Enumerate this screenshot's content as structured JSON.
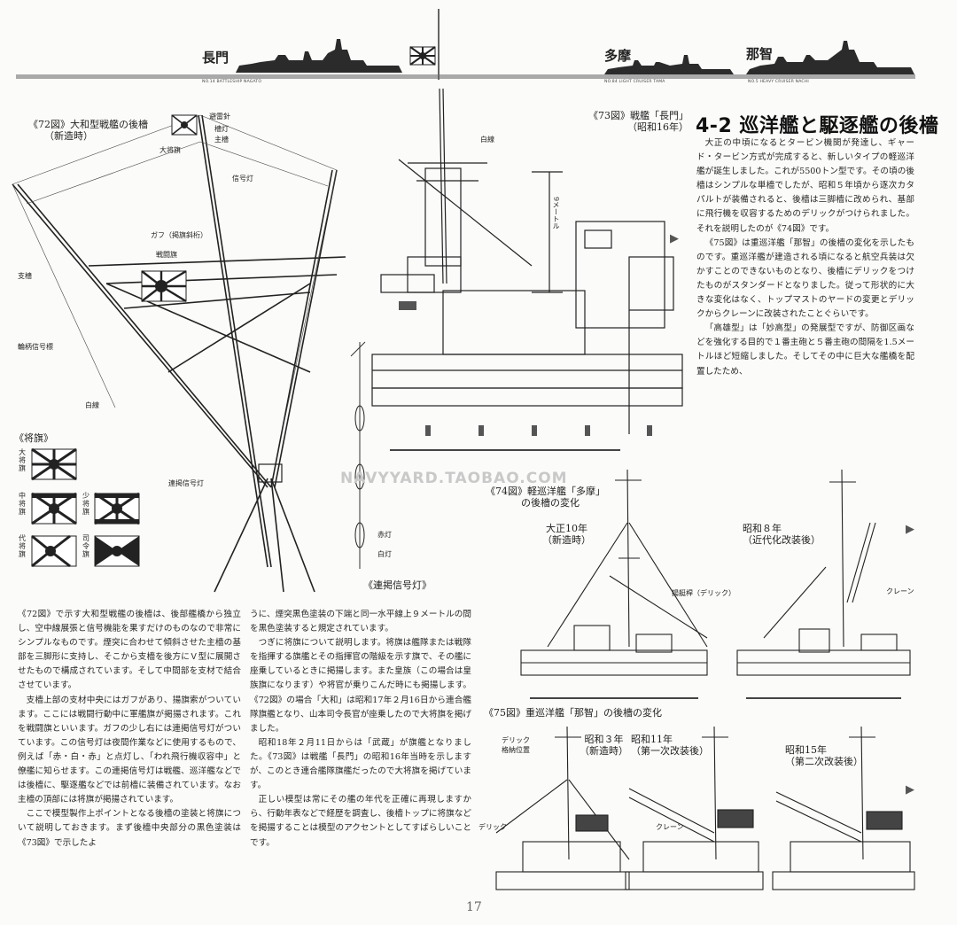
{
  "banner": {
    "left_name": "長門",
    "left_caption": "NO.14 BATTLESHIP NAGATO",
    "mid_name": "多摩",
    "mid_caption": "NO.84 LIGHT CRUISER TAMA",
    "right_name": "那智",
    "right_caption": "NO.5 HEAVY CRUISER NACHI"
  },
  "fig72": {
    "caption_line1": "《72図》大和型戦艦の後檣",
    "caption_line2": "（新造時）",
    "labels": {
      "hiraishin": "避雷針",
      "toutou": "檣灯",
      "shushou": "主檣",
      "taishouki": "大将旗",
      "shingoutou": "信号灯",
      "gaff": "ガフ（掲旗斜桁）",
      "sentouki": "戦闘旗",
      "shichuu": "支檣",
      "rinpei": "輪柄信号標",
      "hakusen": "白線",
      "renkei": "連掲信号灯"
    }
  },
  "flags": {
    "title": "《将旗》",
    "taishou": "大将旗",
    "chujou": "中将旗",
    "shoushou": "少将旗",
    "dai": "代将旗",
    "shirei": "司令旗"
  },
  "renkei_fig": {
    "red": "赤灯",
    "white": "白灯",
    "caption": "《連掲信号灯》"
  },
  "fig73": {
    "caption_line1": "《73図》戦艦「長門」",
    "caption_line2": "（昭和16年）",
    "hakusen": "白線",
    "meter": "9メートル"
  },
  "section": {
    "title": "4-2 巡洋艦と駆逐艦の後檣",
    "paragraphs": [
      "大正の中頃になるとタービン機関が発達し、ギャード・タービン方式が完成すると、新しいタイプの軽巡洋艦が誕生しました。これが5500トン型です。その頃の後檣はシンプルな単檣でしたが、昭和５年頃から逐次カタパルトが装備されると、後檣は三脚檣に改められ、基部に飛行機を収容するためのデリックがつけられました。それを説明したのが《74図》です。",
      "《75図》は重巡洋艦「那智」の後檣の変化を示したものです。重巡洋艦が建造される頃になると航空兵装は欠かすことのできないものとなり、後檣にデリックをつけたものがスタンダードとなりました。従って形状的に大きな変化はなく、トップマストのヤードの変更とデリックからクレーンに改装されたことぐらいです。",
      "「高雄型」は「妙高型」の発展型ですが、防御区画などを強化する目的で１番主砲と５番主砲の間隔を1.5メートルほど短縮しました。そしてその中に巨大な艦橋を配置したため、"
    ]
  },
  "fig74": {
    "caption_line1": "《74図》軽巡洋艦「多摩」",
    "caption_line2": "の後檣の変化",
    "era1_line1": "大正10年",
    "era1_line2": "（新造時）",
    "era2_line1": "昭和８年",
    "era2_line2": "（近代化改装後）",
    "derrick": "揚艇桿（デリック）",
    "crane": "クレーン"
  },
  "fig75": {
    "caption": "《75図》重巡洋艦「那智」の後檣の変化",
    "derrick_pos_line1": "デリック",
    "derrick_pos_line2": "格納位置",
    "derrick": "デリック",
    "era1_line1": "昭和３年",
    "era1_line2": "（新造時）",
    "era2_line1": "昭和11年",
    "era2_line2": "（第一次改装後）",
    "crane": "クレーン",
    "era3_line1": "昭和15年",
    "era3_line2": "（第二次改装後）"
  },
  "body_left": [
    "《72図》で示す大和型戦艦の後檣は、後部艦橋から独立し、空中線展張と信号機能を果すだけのものなので非常にシンプルなものです。煙突に合わせて傾斜させた主檣の基部を三脚形に支持し、そこから支檣を後方にＶ型に展開させたもので構成されています。そして中間部を支材で結合させています。",
    "支檣上部の支材中央にはガフがあり、揚旗索がついています。ここには戦闘行動中に軍艦旗が掲揚されます。これを戦闘旗といいます。ガフの少し右には連掲信号灯がついています。この信号灯は夜間作業などに使用するもので、例えば「赤・白・赤」と点灯し、「われ飛行機収容中」と僚艦に知らせます。この連掲信号灯は戦艦、巡洋艦などでは後檣に、駆逐艦などでは前檣に装備されています。なお主檣の頂部には将旗が掲揚されています。",
    "ここで模型製作上ポイントとなる後檣の塗装と将旗について説明しておきます。まず後檣中央部分の黒色塗装は《73図》で示したよ"
  ],
  "body_mid": [
    "うに、煙突黒色塗装の下端と同一水平線上９メートルの間を黒色塗装すると規定されています。",
    "つぎに将旗について説明します。将旗は艦隊または戦隊を指揮する旗艦とその指揮官の階級を示す旗で、その艦に座乗しているときに掲揚します。また皇族（この場合は皇族旗になります）や将官が乗りこんだ時にも掲揚します。《72図》の場合「大和」は昭和17年２月16日から連合艦隊旗艦となり、山本司令長官が座乗したので大将旗を掲げました。",
    "昭和18年２月11日からは「武蔵」が旗艦となりました。《73図》は戦艦「長門」の昭和16年当時を示しますが、このとき連合艦隊旗艦だったので大将旗を掲げています。",
    "正しい模型は常にその艦の年代を正確に再現しますから、行動年表などで経歴を調査し、後檣トップに将旗などを掲揚することは模型のアクセントとしてすばらしいことです。"
  ],
  "watermark": "NAVYYARD.TAOBAO.COM",
  "page_number": "17"
}
